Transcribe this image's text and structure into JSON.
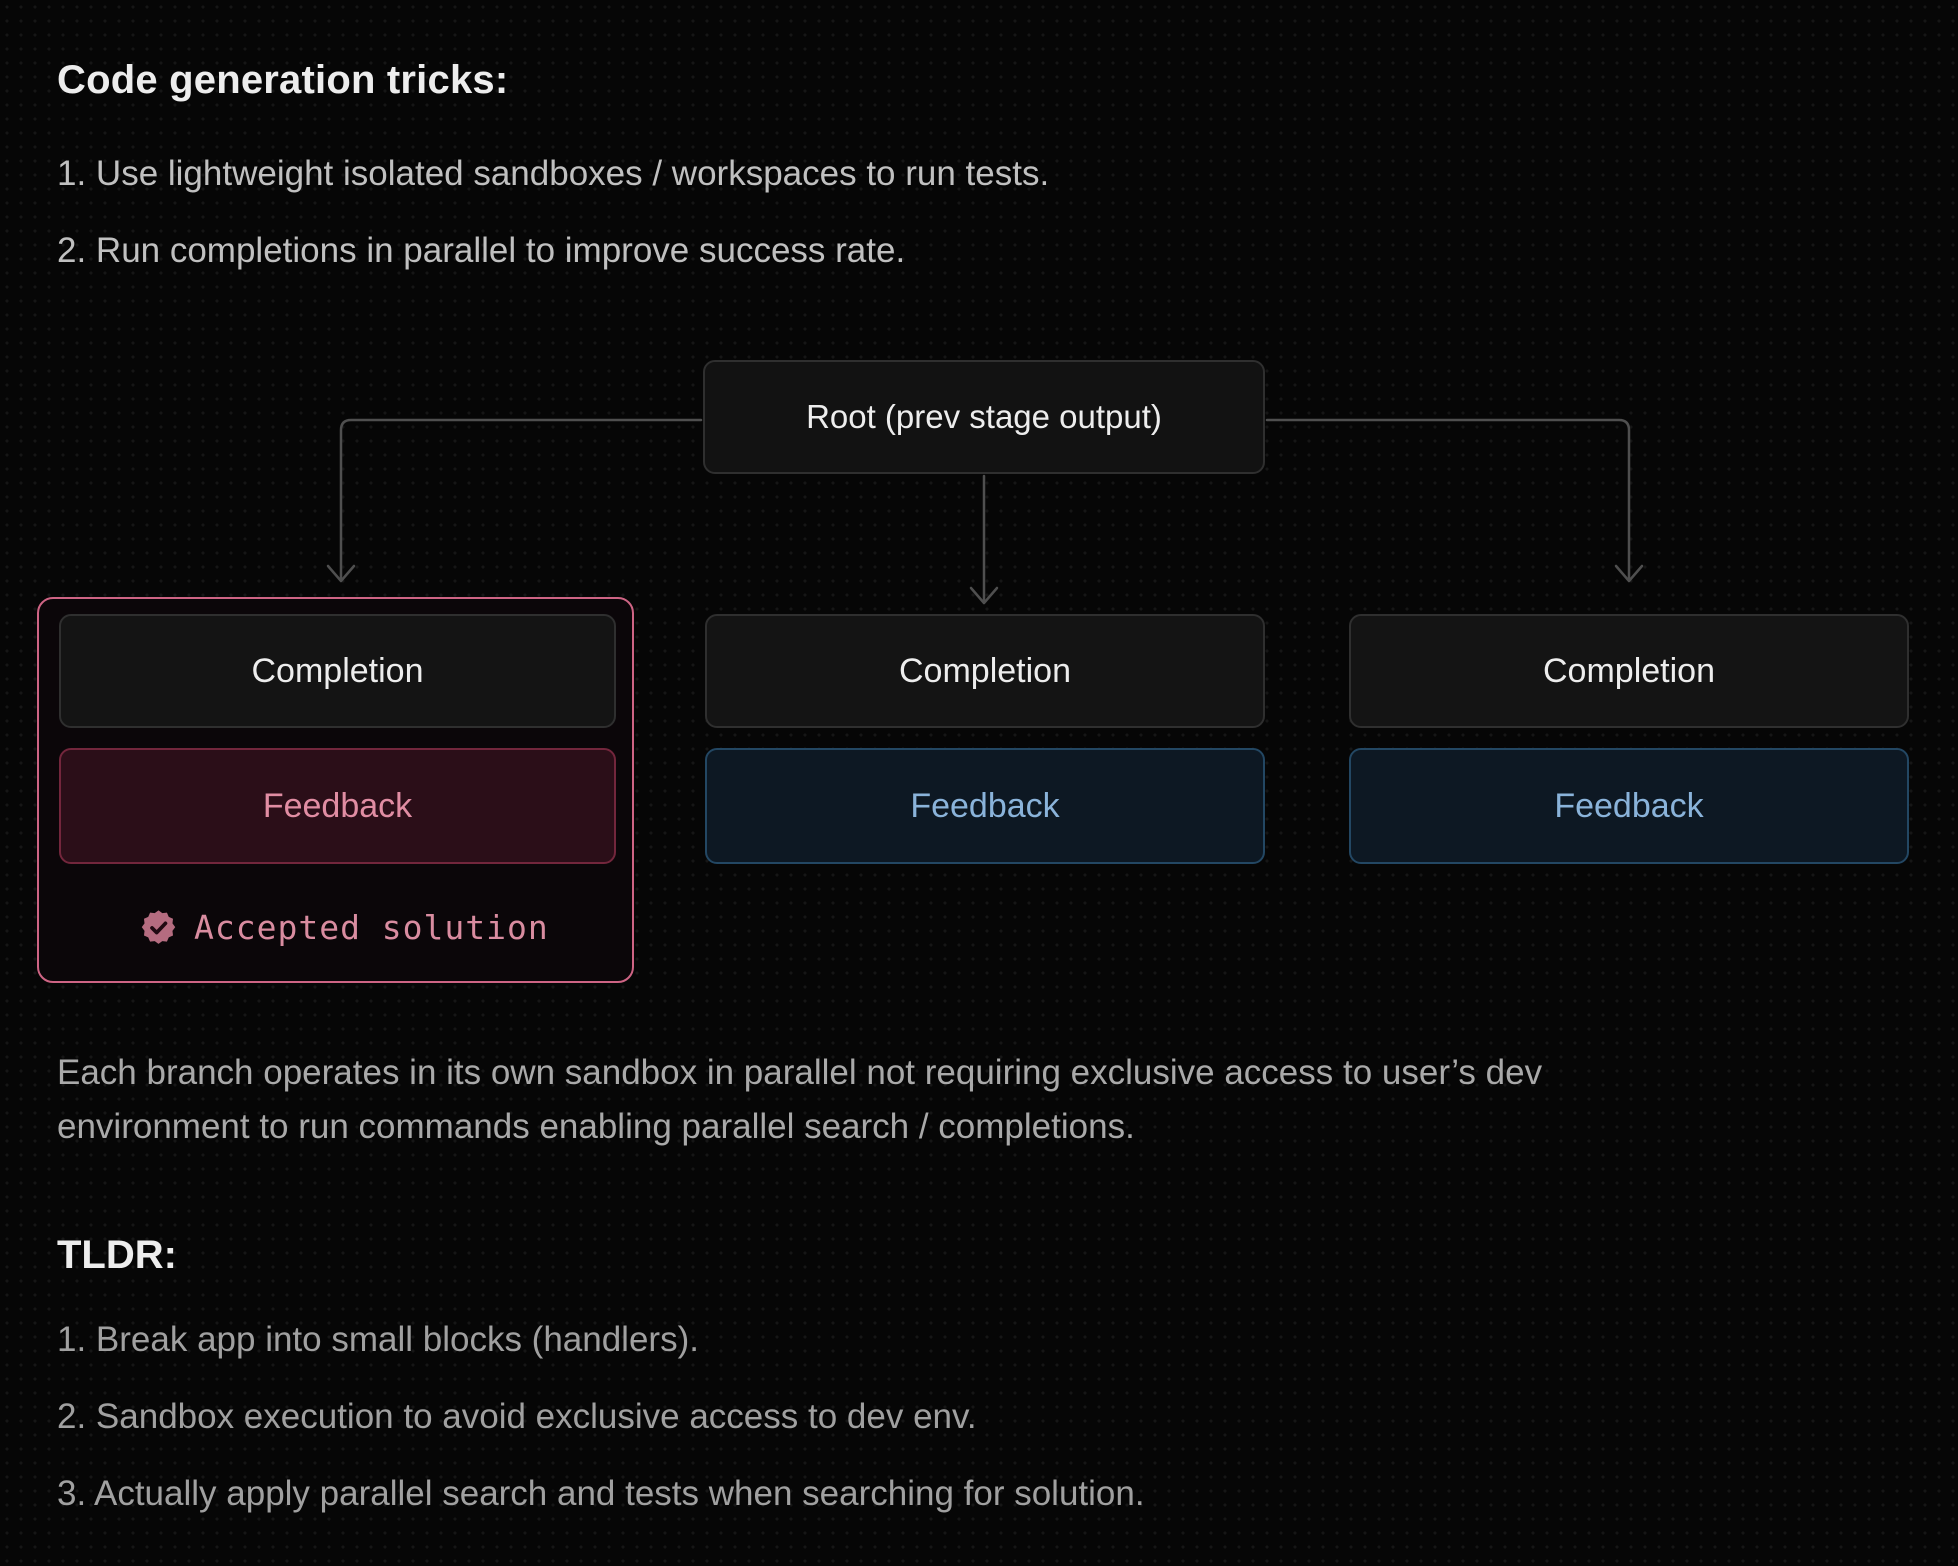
{
  "page": {
    "title": "Code generation tricks:",
    "intro_items": [
      "1. Use lightweight isolated sandboxes / workspaces to run tests.",
      "2. Run completions in parallel to improve success rate."
    ]
  },
  "diagram": {
    "root_label": "Root (prev stage output)",
    "branches": [
      {
        "completion_label": "Completion",
        "feedback_label": "Feedback",
        "accepted": true,
        "accepted_label": "Accepted solution"
      },
      {
        "completion_label": "Completion",
        "feedback_label": "Feedback",
        "accepted": false
      },
      {
        "completion_label": "Completion",
        "feedback_label": "Feedback",
        "accepted": false
      }
    ],
    "colors": {
      "accent_pink": "#ce6484",
      "pink_text": "#e18da3",
      "pink_feedback_bg": "#2b0e18",
      "pink_feedback_border": "#73263c",
      "blue_text": "#8ab3da",
      "blue_feedback_bg": "#0d1823",
      "blue_feedback_border": "#234763",
      "node_bg": "#141414",
      "node_border": "#2f2f2f",
      "arrow": "#4f4f4f",
      "seal_icon": "#b56c80"
    }
  },
  "paragraph": "Each branch operates in its own sandbox in parallel not requiring exclusive access to user’s dev environment to run commands enabling parallel search / completions.",
  "tldr": {
    "title": "TLDR:",
    "items": [
      "1. Break app into small blocks (handlers).",
      "2. Sandbox execution to avoid exclusive access to dev env.",
      "3. Actually apply parallel search and tests when searching for solution."
    ]
  }
}
